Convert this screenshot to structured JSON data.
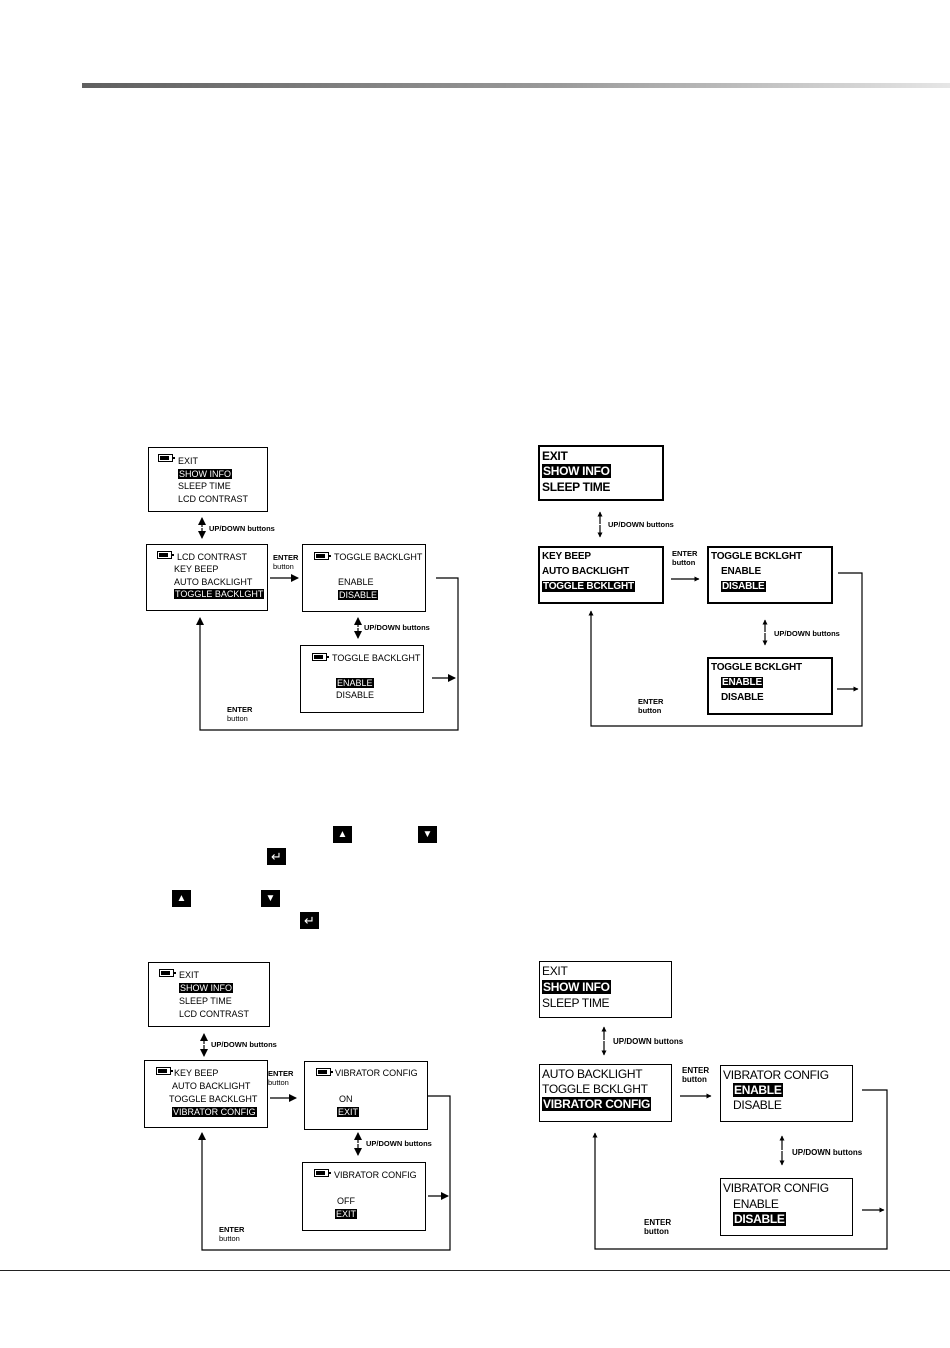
{
  "labels": {
    "up_down": "UP/DOWN buttons",
    "enter": "ENTER",
    "button": "button"
  },
  "diagram_backlight_small": {
    "menu_top": [
      "EXIT",
      "SHOW INFO",
      "SLEEP TIME",
      "LCD CONTRAST"
    ],
    "menu_main": [
      "LCD CONTRAST",
      "KEY BEEP",
      "AUTO BACKLIGHT",
      "TOGGLE BACKLGHT"
    ],
    "toggle_title": "TOGGLE BACKLGHT",
    "opt_enable": "ENABLE",
    "opt_disable": "DISABLE"
  },
  "diagram_backlight_large": {
    "menu_top": [
      "EXIT",
      "SHOW INFO",
      "SLEEP TIME"
    ],
    "menu_main": [
      "KEY BEEP",
      "AUTO BACKLIGHT",
      "TOGGLE BCKLGHT"
    ],
    "toggle_title": "TOGGLE BCKLGHT",
    "opt_enable": "ENABLE",
    "opt_disable": "DISABLE"
  },
  "diagram_vibrator_small": {
    "menu_top": [
      "EXIT",
      "SHOW INFO",
      "SLEEP TIME",
      "LCD CONTRAST"
    ],
    "menu_main": [
      "KEY BEEP",
      "AUTO BACKLIGHT",
      "TOGGLE BACKLGHT",
      "VIBRATOR CONFIG"
    ],
    "vib_title": "VIBRATOR CONFIG",
    "opt_on": "ON",
    "opt_off": "OFF",
    "opt_exit": "EXIT"
  },
  "diagram_vibrator_large": {
    "menu_top": [
      "EXIT",
      "SHOW INFO",
      "SLEEP TIME"
    ],
    "menu_main": [
      "AUTO BACKLIGHT",
      "TOGGLE BCKLGHT",
      "VIBRATOR CONFIG"
    ],
    "vib_title": "VIBRATOR CONFIG",
    "opt_enable": "ENABLE",
    "opt_disable": "DISABLE"
  },
  "key_icons": {
    "up": "▲",
    "down": "▼",
    "enter": "↵"
  }
}
